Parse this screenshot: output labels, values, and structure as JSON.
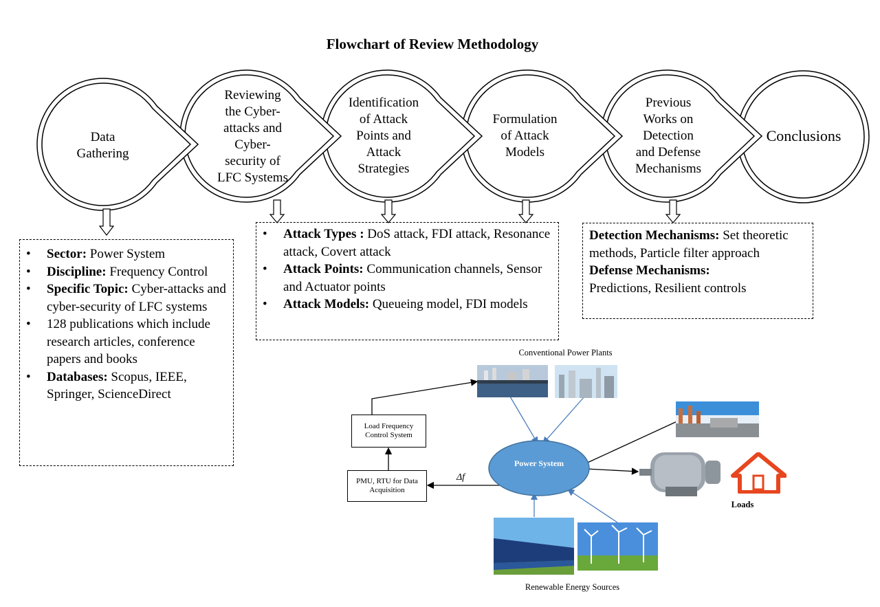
{
  "title": "Flowchart of Review Methodology",
  "steps": [
    {
      "lines": [
        "Data",
        "Gathering"
      ]
    },
    {
      "lines": [
        "Reviewing",
        "the Cyber-",
        "attacks and",
        "Cyber-",
        "security of",
        "LFC Systems"
      ]
    },
    {
      "lines": [
        "Identification",
        "of Attack",
        "Points and",
        "Attack",
        "Strategies"
      ]
    },
    {
      "lines": [
        "Formulation",
        "of Attack",
        "Models"
      ]
    },
    {
      "lines": [
        "Previous",
        "Works on",
        "Detection",
        "and Defense",
        "Mechanisms"
      ]
    },
    {
      "lines": [
        "Conclusions"
      ]
    }
  ],
  "box1": {
    "items": [
      {
        "bold": "Sector:",
        "text": " Power System"
      },
      {
        "bold": "Discipline:",
        "text": " Frequency Control"
      },
      {
        "bold": "Specific Topic:",
        "text": " Cyber-attacks and cyber-security of LFC systems"
      },
      {
        "bold": "",
        "text": "128 publications which include research articles, conference  papers and books"
      },
      {
        "bold": "Databases:",
        "text": " Scopus, IEEE, Springer, ScienceDirect"
      }
    ]
  },
  "box2": {
    "items": [
      {
        "bold": "Attack Types :",
        "text": " DoS attack, FDI attack, Resonance attack, Covert attack"
      },
      {
        "bold": "Attack Points:",
        "text": " Communication channels, Sensor and Actuator points"
      },
      {
        "bold": "Attack Models:",
        "text": " Queueing model, FDI models"
      }
    ]
  },
  "box3": {
    "detection_bold": "Detection Mechanisms:",
    "detection_text": " Set theoretic methods, Particle filter approach",
    "defense_bold": "Defense Mechanisms:",
    "defense_text": "Predictions, Resilient controls"
  },
  "diagram": {
    "conventional_label": "Conventional Power Plants",
    "renewable_label": "Renewable Energy Sources",
    "loads_label": "Loads",
    "power_system_label": "Power System",
    "lfc_box": "Load Frequency Control System",
    "pmu_box": "PMU, RTU for Data Acquisition",
    "delta_f": "Δf"
  },
  "colors": {
    "ellipse": "#5b9bd5",
    "ellipse_border": "#41719c",
    "arrow_blue": "#4a7ebb"
  }
}
